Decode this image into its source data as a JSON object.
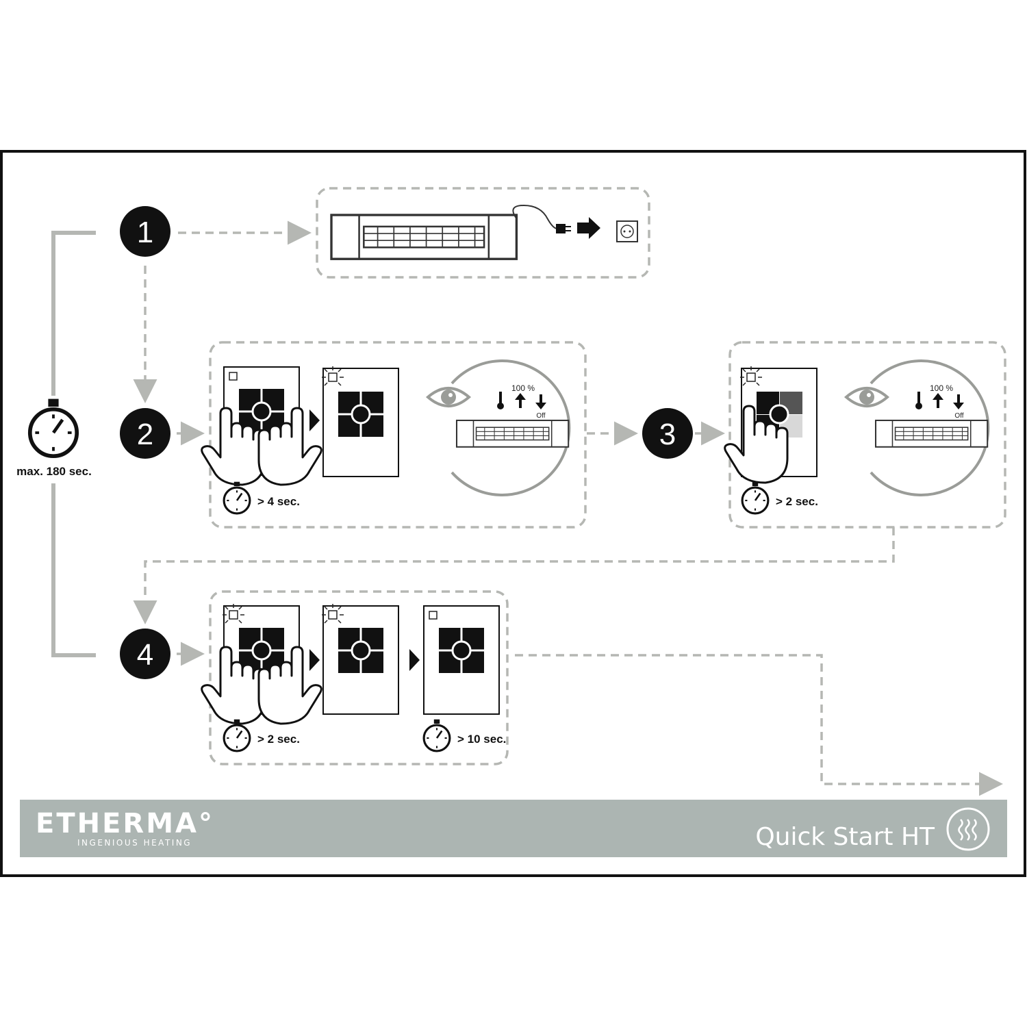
{
  "steps": [
    {
      "number": "1"
    },
    {
      "number": "2",
      "timer_label": "> 4 sec."
    },
    {
      "number": "3",
      "timer_label": "> 2 sec."
    },
    {
      "number": "4",
      "timer_label_a": "> 2 sec.",
      "timer_label_b": "> 10 sec."
    }
  ],
  "overall_timer": {
    "label": "max. 180 sec."
  },
  "display_indicator": {
    "percent": "100 %",
    "off": "Off"
  },
  "footer": {
    "brand": "ETHERMA°",
    "tagline": "INGENIOUS HEATING",
    "title": "Quick Start HT",
    "background_color": "#acb5b2"
  },
  "colors": {
    "dash_gray": "#a9aaa6",
    "outline_gray": "#b5b7b3",
    "dark": "#111111",
    "mid_tile": "#555555",
    "light_tile": "#d8d8d8"
  }
}
